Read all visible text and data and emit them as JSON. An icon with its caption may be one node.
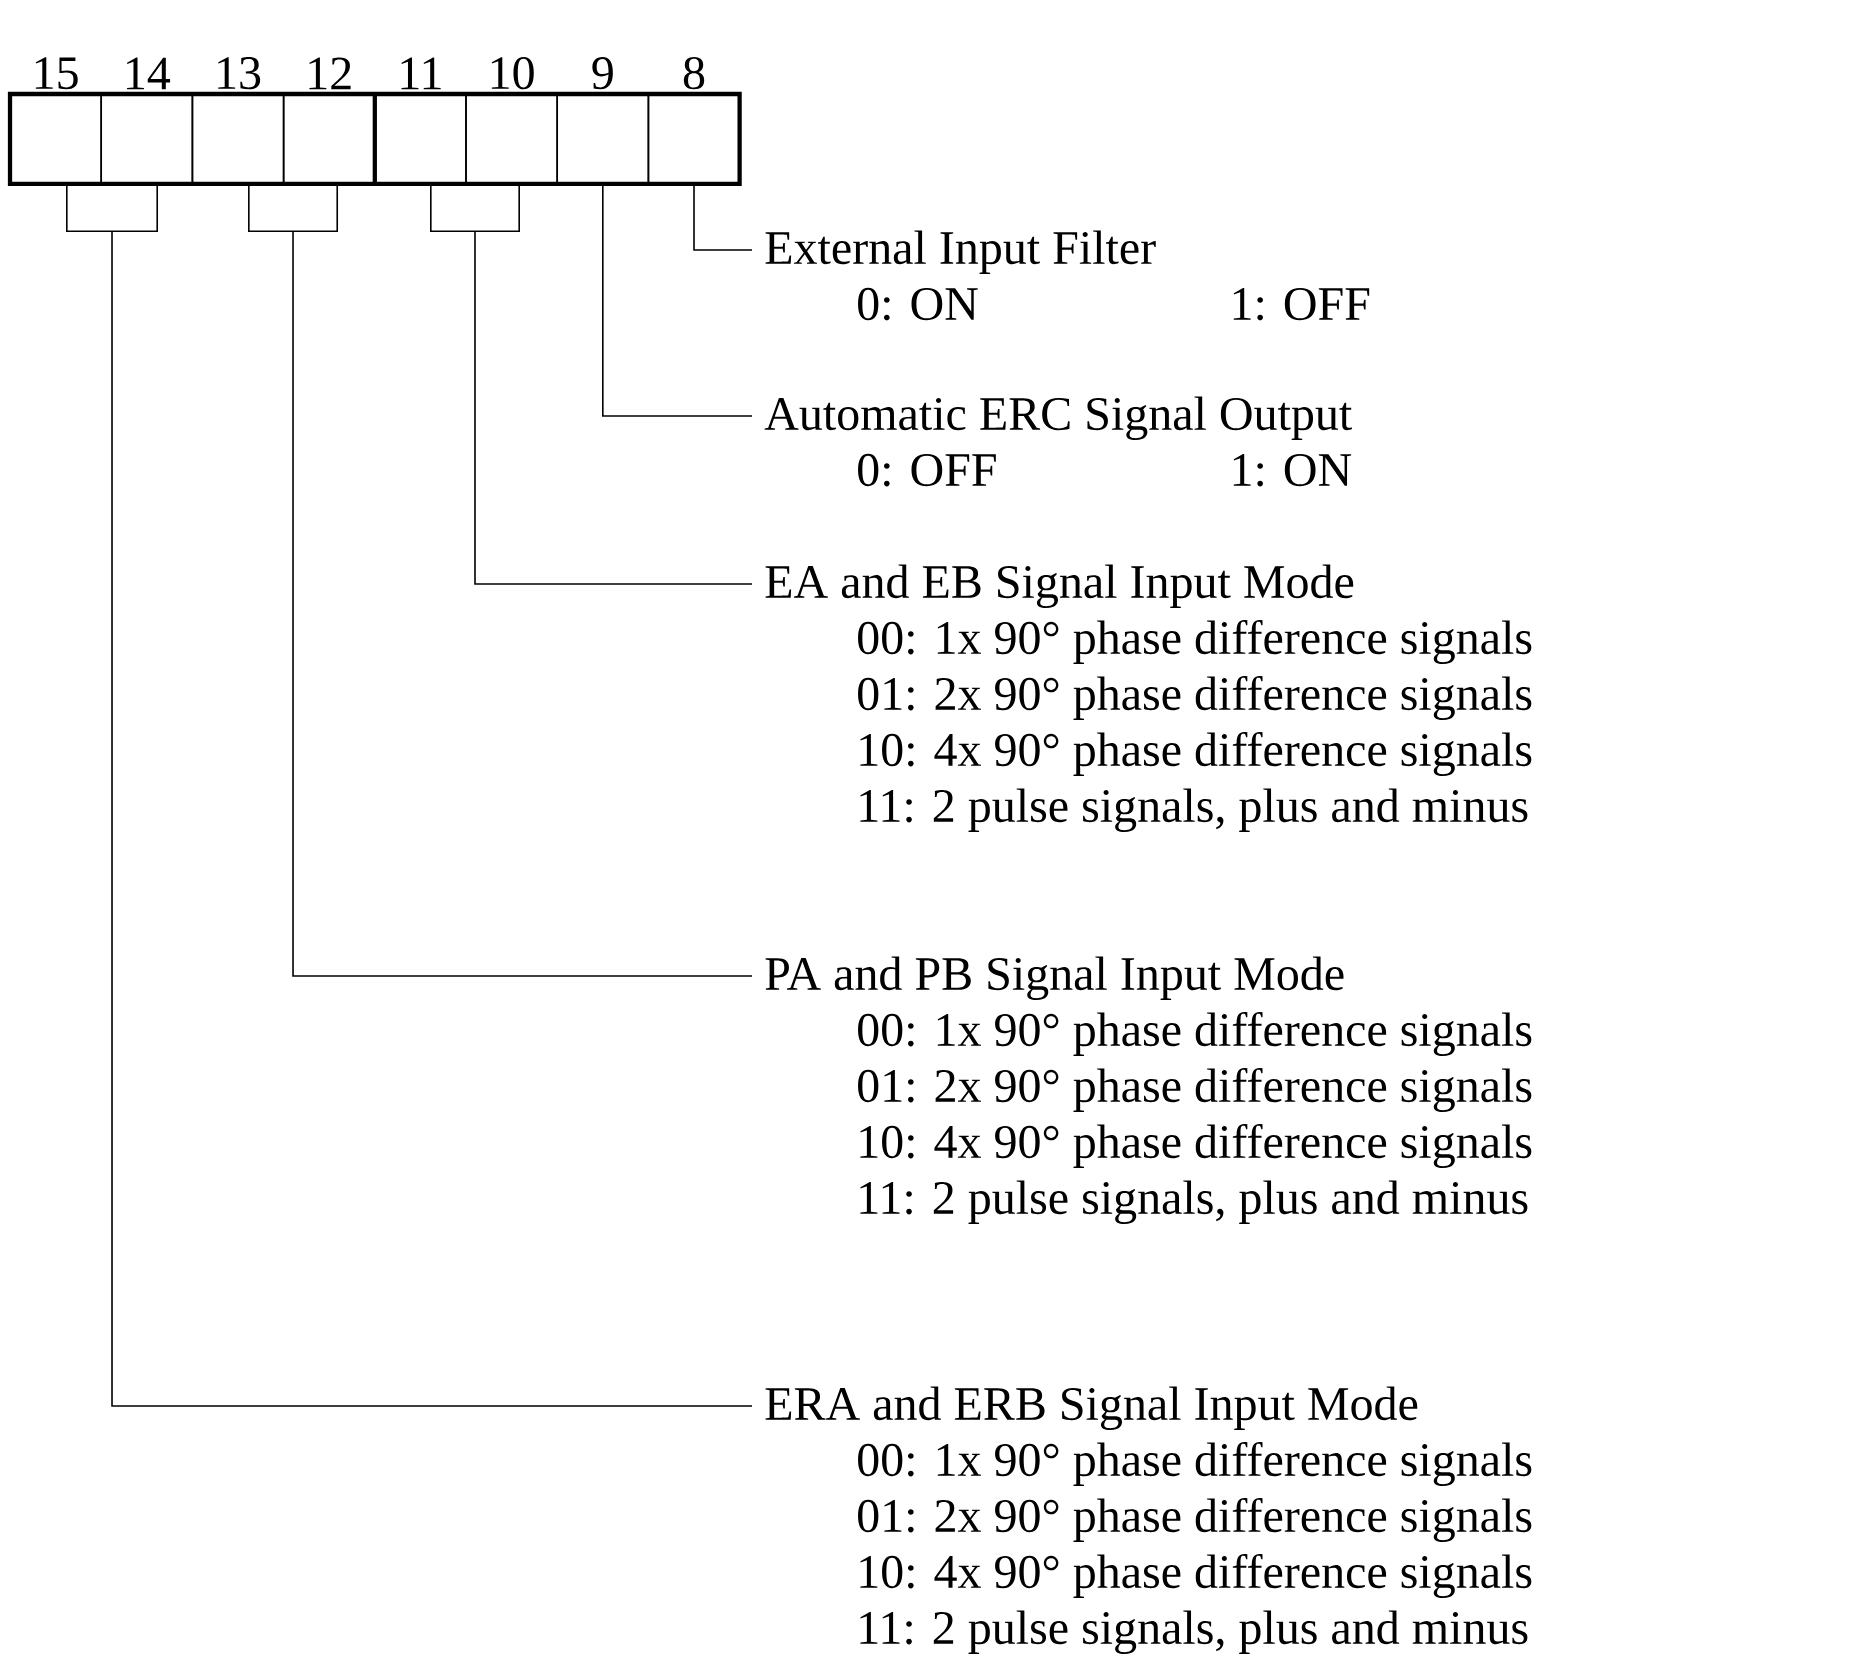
{
  "diagram": {
    "nodes": [
      {
        "text": [
          "15"
        ]
      },
      {
        "text": [
          "14"
        ]
      },
      {
        "text": [
          "13"
        ]
      },
      {
        "text": [
          "12"
        ]
      },
      {
        "text": [
          "11"
        ]
      },
      {
        "text": [
          "10"
        ]
      },
      {
        "text": [
          "9"
        ]
      },
      {
        "text": [
          "8"
        ]
      },
      {
        "text": [],
        "shape": "box"
      },
      {
        "text": [],
        "shape": "box"
      },
      {
        "text": [],
        "shape": "box"
      },
      {
        "text": [
          "External Input Filter",
          "0: ON",
          "1: OFF"
        ]
      },
      {
        "text": [
          "Automatic ERC Signal Output",
          "0: OFF",
          "1: ON"
        ]
      },
      {
        "text": [
          "EA and EB Signal Input Mode",
          "00: 1x 90° phase difference signals",
          "01: 2x 90° phase difference signals",
          "10: 4x 90° phase difference signals",
          "11: 2 pulse signals, plus and minus"
        ]
      },
      {
        "text": [
          "PA and PB Signal Input Mode",
          "00: 1x 90° phase difference signals",
          "01: 2x 90° phase difference signals",
          "10: 4x 90° phase difference signals",
          "11: 2 pulse signals, plus and minus"
        ]
      },
      {
        "text": [
          "ERA and ERB Signal Input Mode",
          "00: 1x 90° phase difference signals",
          "01: 2x 90° phase difference signals",
          "10: 4x 90° phase difference signals",
          "11: 2 pulse signals, plus and minus"
        ]
      }
    ],
    "edges": [
      {
        "from": 7,
        "to": 11,
        "arrow": "none"
      },
      {
        "from": 6,
        "to": 12,
        "arrow": "none"
      },
      {
        "from": 10,
        "to": 13,
        "arrow": "none"
      },
      {
        "from": 9,
        "to": 14,
        "arrow": "none"
      },
      {
        "from": 8,
        "to": 15,
        "arrow": "none"
      }
    ]
  }
}
